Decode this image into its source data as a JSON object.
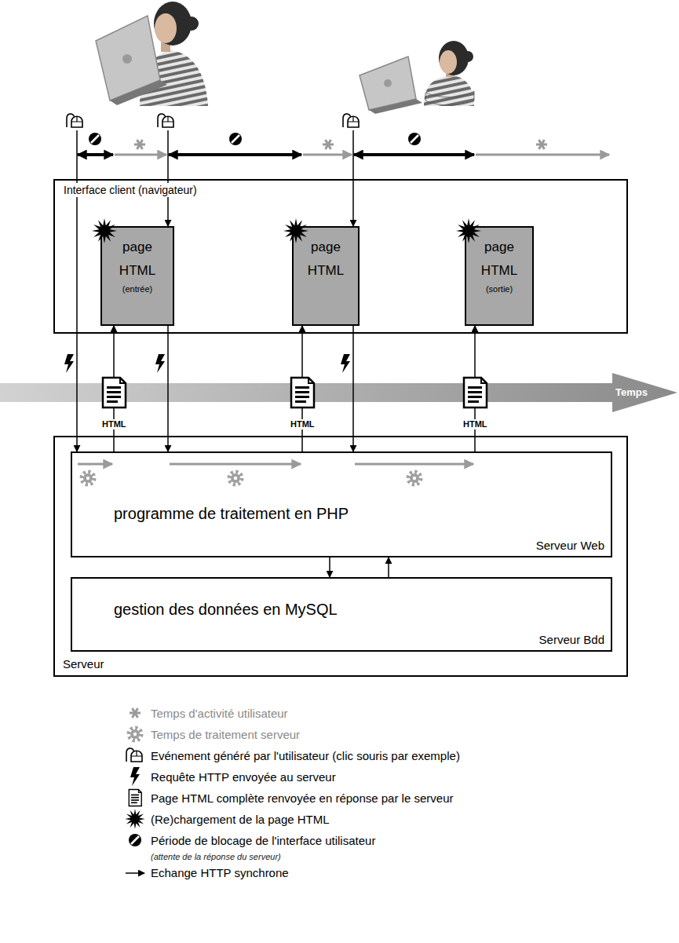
{
  "diagram": {
    "nodes": [
      {
        "text": [
          "Interface client (navigateur)"
        ]
      },
      {
        "text": [
          "page HTML",
          "(entrée)"
        ],
        "in": 0
      },
      {
        "text": [
          "page HTML"
        ],
        "in": 0
      },
      {
        "text": [
          "page HTML",
          "(sortie)"
        ],
        "in": 0
      },
      {
        "text": [
          "Temps"
        ]
      },
      {
        "text": [
          "Serveur"
        ]
      },
      {
        "text": [
          "programme de traitement en PHP",
          "Serveur Web"
        ],
        "in": 5
      },
      {
        "text": [
          "gestion des données en MySQL",
          "Serveur Bdd"
        ],
        "in": 5
      }
    ],
    "edges": [
      {
        "from": 0,
        "to": 6,
        "arrow": "to"
      },
      {
        "from": 6,
        "to": 1,
        "arrow": "to"
      },
      {
        "from": 1,
        "to": 6,
        "arrow": "to"
      },
      {
        "from": 6,
        "to": 2,
        "arrow": "to"
      },
      {
        "from": 2,
        "to": 6,
        "arrow": "to"
      },
      {
        "from": 6,
        "to": 3,
        "arrow": "to"
      },
      {
        "from": 6,
        "to": 7,
        "arrow": "to"
      },
      {
        "from": 7,
        "to": 6,
        "arrow": "to"
      }
    ],
    "labels": [
      "HTML",
      "HTML",
      "HTML",
      "(attente de la réponse du serveur)"
    ],
    "legend": [
      {
        "text": "Temps d'activité utilisateur"
      },
      {
        "text": "Temps de traitement serveur"
      },
      {
        "text": "Evénement généré par l'utilisateur (clic souris par exemple)"
      },
      {
        "text": "Requête HTTP envoyée au serveur"
      },
      {
        "text": "Page HTML complète renvoyée en réponse par le serveur"
      },
      {
        "text": "(Re)chargement de la page HTML"
      },
      {
        "text": "Période de blocage de l'interface utilisateur"
      },
      {
        "text": "Echange HTTP synchrone"
      }
    ]
  }
}
